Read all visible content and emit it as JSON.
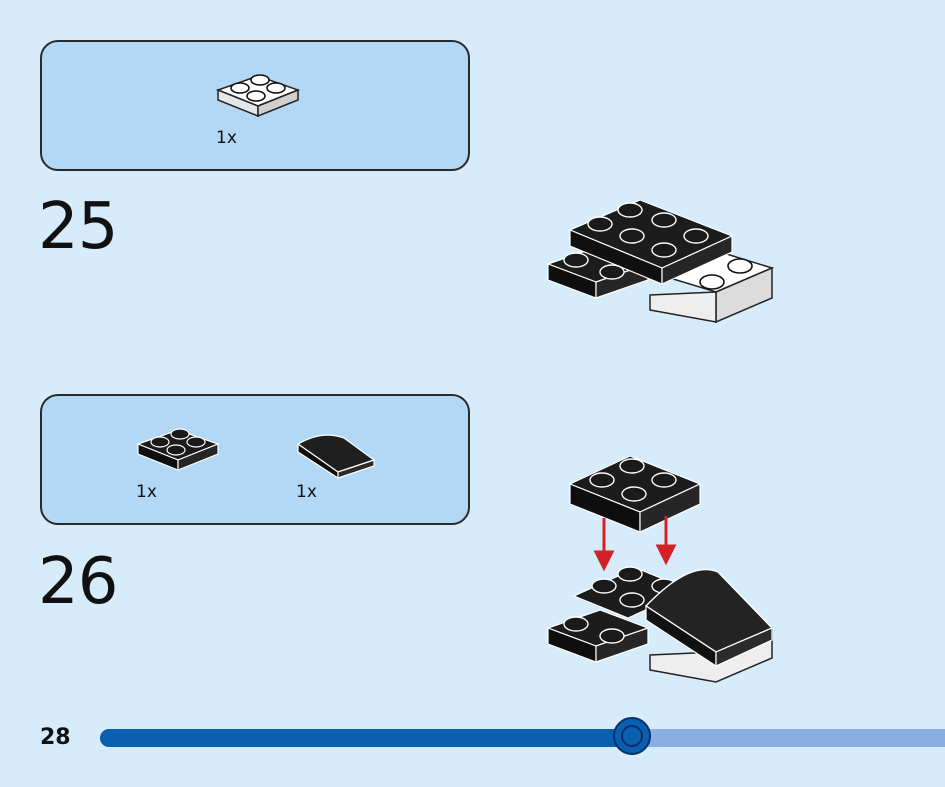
{
  "steps": [
    {
      "number": "25",
      "parts": [
        {
          "qty": "1x",
          "icon": "white-2x2-plate-icon"
        }
      ],
      "model_icon": "step-25-assembly-icon"
    },
    {
      "number": "26",
      "parts": [
        {
          "qty": "1x",
          "icon": "black-2x2-plate-icon"
        },
        {
          "qty": "1x",
          "icon": "black-curved-slope-icon"
        }
      ],
      "model_icon": "step-26-assembly-icon"
    }
  ],
  "footer": {
    "page_number": "28",
    "progress": 0.63,
    "colors": {
      "filled": "#0a5fb0",
      "remaining": "#8aaee0"
    }
  },
  "colors": {
    "background": "#d6ecfb",
    "parts_box": "#b3d8f5",
    "arrow": "#d42127"
  }
}
